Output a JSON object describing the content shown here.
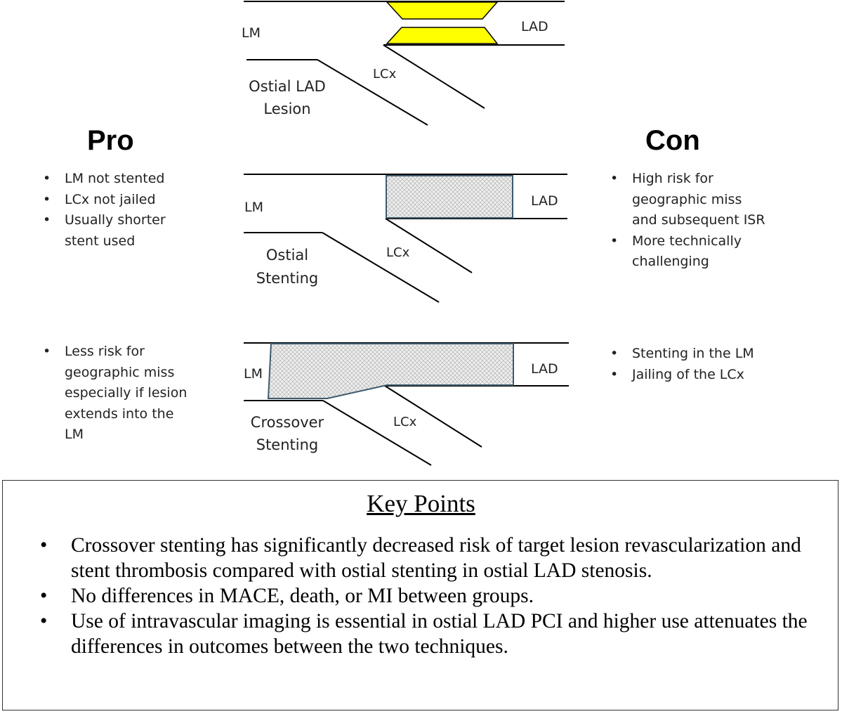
{
  "panels": [
    {
      "labels": {
        "lm": "LM",
        "lad": "LAD",
        "lcx": "LCx",
        "caption": [
          "Ostial LAD",
          "Lesion"
        ]
      }
    },
    {
      "labels": {
        "lm": "LM",
        "lad": "LAD",
        "lcx": "LCx",
        "caption": [
          "Ostial",
          "Stenting"
        ]
      }
    },
    {
      "labels": {
        "lm": "LM",
        "lad": "LAD",
        "lcx": "LCx",
        "caption": [
          "Crossover",
          "Stenting"
        ]
      }
    }
  ],
  "pro": {
    "heading": "Pro",
    "ostial": [
      "LM not stented",
      "LCx not jailed",
      "Usually shorter stent used"
    ],
    "crossover": [
      "Less risk for geographic miss especially if lesion extends into the LM"
    ]
  },
  "con": {
    "heading": "Con",
    "ostial": [
      "High risk for geographic miss and subsequent ISR",
      "More technically challenging"
    ],
    "crossover": [
      "Stenting in the LM",
      "Jailing of the LCx"
    ]
  },
  "key_points": {
    "title": "Key Points",
    "items": [
      "Crossover stenting has significantly decreased risk of target lesion revascularization and stent thrombosis compared with ostial stenting in ostial LAD stenosis.",
      "No differences in MACE, death, or MI between groups.",
      "Use of intravascular imaging is essential in ostial LAD PCI and higher use attenuates the differences in outcomes between the two techniques."
    ]
  },
  "colors": {
    "lesion_plaque": "#ffff00",
    "stent_border": "#3d5a6c",
    "stent_fill": "#e6e6e6",
    "vessel_line": "#000000"
  }
}
